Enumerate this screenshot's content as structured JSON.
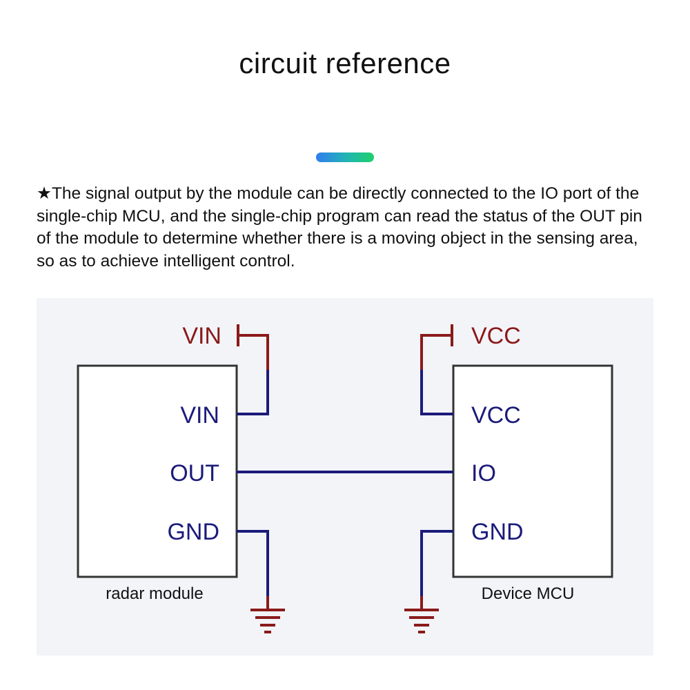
{
  "page": {
    "title": "circuit reference",
    "description_star": "★",
    "description": "The signal output by the module can be directly connected to the IO port of the single-chip MCU, and the single-chip program can read the status of the OUT pin of the module to determine whether there is a moving object in the sensing area, so as to achieve intelligent control."
  },
  "diagram": {
    "left_block": {
      "caption": "radar module",
      "supply_label": "VIN",
      "pins": [
        "VIN",
        "OUT",
        "GND"
      ]
    },
    "right_block": {
      "caption": "Device MCU",
      "supply_label": "VCC",
      "pins": [
        "VCC",
        "IO",
        "GND"
      ]
    },
    "colors": {
      "wire": "#1b1b7a",
      "power": "#8a1a1a",
      "box": "#333333",
      "accent_start": "#2f7df0",
      "accent_end": "#1fd06a"
    }
  }
}
